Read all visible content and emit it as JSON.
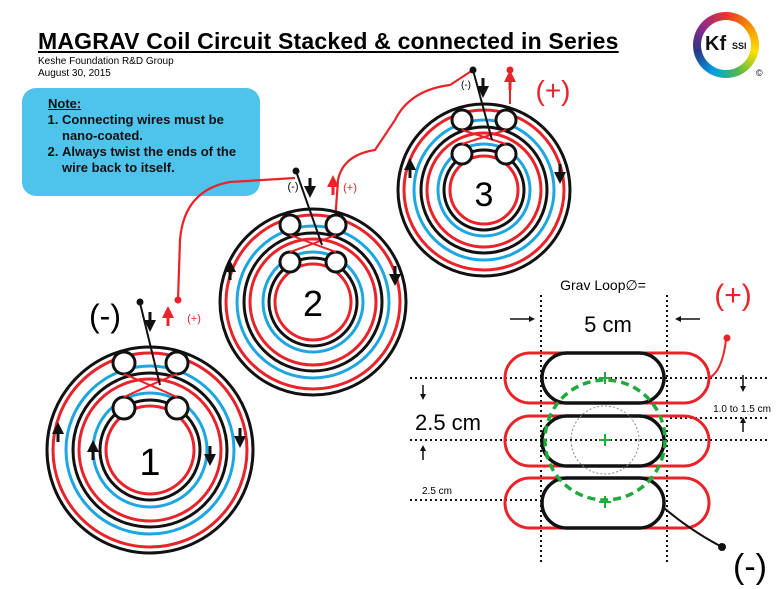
{
  "header": {
    "title": "MAGRAV Coil Circuit Stacked & connected in Series",
    "org": "Keshe Foundation R&D Group",
    "date": "August 30, 2015"
  },
  "note": {
    "heading": "Note:",
    "items": [
      "Connecting wires must be nano-coated.",
      "Always twist the ends of the wire back to itself."
    ]
  },
  "logo": {
    "main": "Kf",
    "sub": "SSI",
    "mark": "©"
  },
  "coils": {
    "c1": {
      "label": "1",
      "neg": "(-)",
      "pos": "(+)"
    },
    "c2": {
      "label": "2",
      "neg": "(-)",
      "pos": "(+)"
    },
    "c3": {
      "label": "3",
      "neg": "(-)",
      "pos": "(+)"
    }
  },
  "section": {
    "grav": "Grav Loop∅=",
    "width": "5 cm",
    "pos": "(+)",
    "neg": "(-)",
    "spacing_big": "2.5 cm",
    "spacing_small": "2.5 cm",
    "gap": "1.0 to 1.5 cm"
  },
  "colors": {
    "red": "#e8232a",
    "blue": "#1ea6e1",
    "black": "#111111",
    "green": "#1faa3c",
    "note_bg": "#4ec3ec"
  }
}
